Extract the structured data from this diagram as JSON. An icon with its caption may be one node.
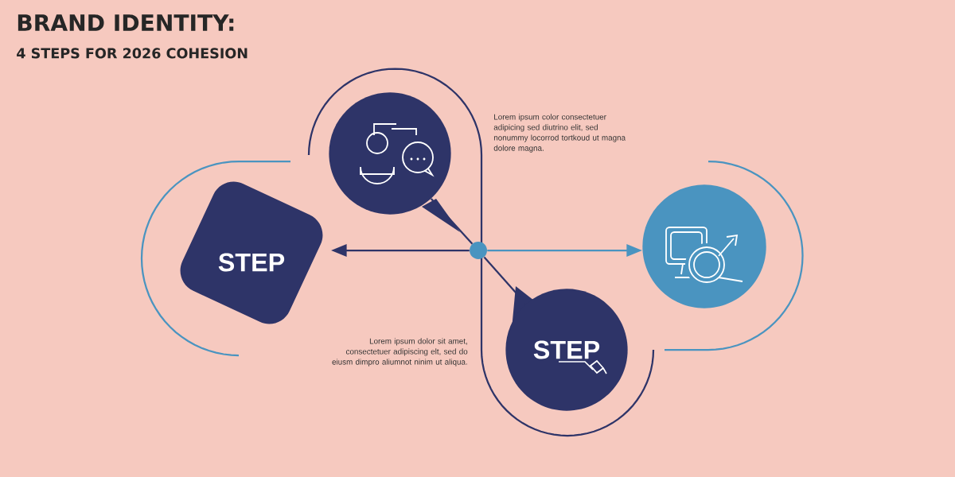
{
  "diagram": {
    "title": "BRAND IDENTITY:",
    "nodes": [
      {
        "text": [],
        "shape": "circle"
      },
      {
        "text": [],
        "shape": "circle"
      },
      {
        "text": [
          "STEP"
        ]
      },
      {
        "text": [],
        "shape": "circle"
      },
      {
        "text": [
          "STEP"
        ]
      }
    ],
    "edges": [
      {
        "from": 0,
        "to": 1,
        "arrow": "none"
      },
      {
        "from": 0,
        "to": 2,
        "arrow": "to"
      },
      {
        "from": 0,
        "to": 3,
        "arrow": "to",
        "color": "#4a94c0"
      },
      {
        "from": 0,
        "to": 4,
        "arrow": "none"
      }
    ],
    "labels": [
      "4 STEPS FOR 2026 COHESION",
      "Lorem ipsum color consectetuer adipicing sed diutrino elit, sed nonummy locorrod tortkoud ut magna dolore magna.",
      "Lorem ipsum dolor sit amet, consectetuer adipiscing elt, sed do eiusm dimpro aliumnot ninim ut aliqua."
    ]
  }
}
